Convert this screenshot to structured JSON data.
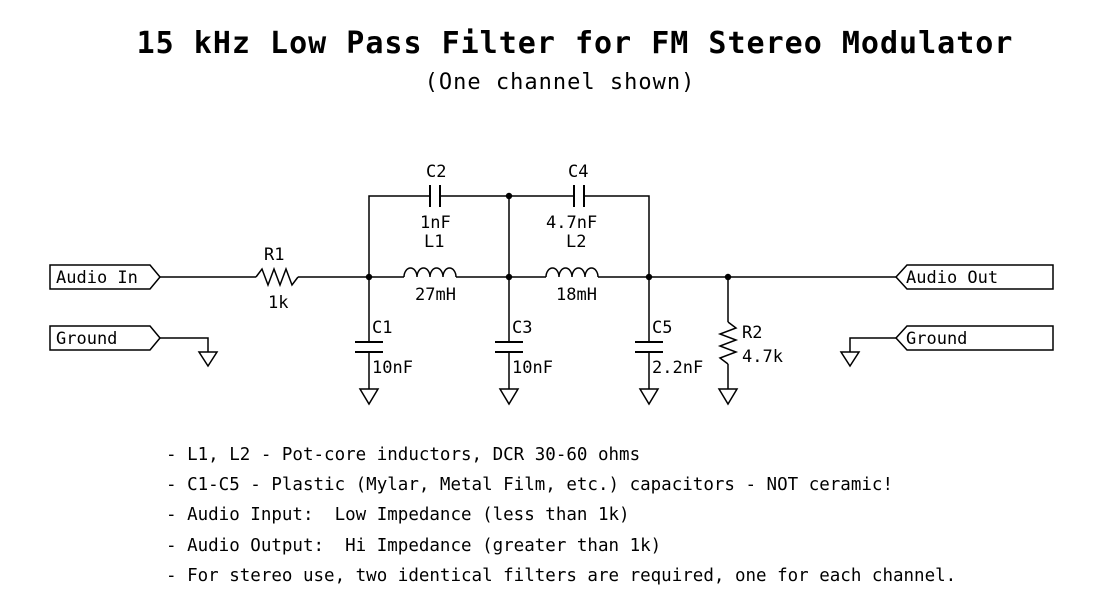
{
  "title": "15 kHz Low Pass Filter for FM Stereo Modulator",
  "subtitle": "(One channel shown)",
  "ports": {
    "audio_in": "Audio In",
    "audio_out": "Audio Out",
    "ground_left": "Ground",
    "ground_right": "Ground"
  },
  "components": {
    "r1": {
      "ref": "R1",
      "value": "1k"
    },
    "c1": {
      "ref": "C1",
      "value": "10nF"
    },
    "c2": {
      "ref": "C2",
      "value": "1nF"
    },
    "l1": {
      "ref": "L1",
      "value": "27mH"
    },
    "c3": {
      "ref": "C3",
      "value": "10nF"
    },
    "c4": {
      "ref": "C4",
      "value": "4.7nF"
    },
    "l2": {
      "ref": "L2",
      "value": "18mH"
    },
    "c5": {
      "ref": "C5",
      "value": "2.2nF"
    },
    "r2": {
      "ref": "R2",
      "value": "4.7k"
    }
  },
  "notes": [
    "- L1, L2 - Pot-core inductors, DCR 30-60 ohms",
    "- C1-C5 - Plastic (Mylar, Metal Film, etc.) capacitors - NOT ceramic!",
    "- Audio Input:  Low Impedance (less than 1k)",
    "- Audio Output:  Hi Impedance (greater than 1k)",
    "- For stereo use, two identical filters are required, one for each channel."
  ]
}
